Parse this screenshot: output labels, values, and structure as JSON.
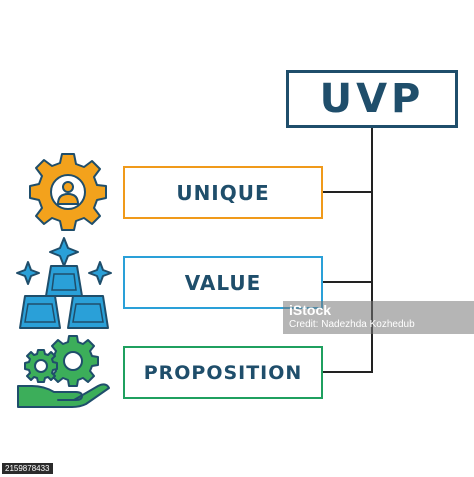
{
  "diagram": {
    "root": {
      "label": "UVP",
      "color": "#1f4e6b"
    },
    "items": [
      {
        "label": "UNIQUE",
        "border_color": "#f09a1a",
        "icon": "gear-with-person-icon"
      },
      {
        "label": "VALUE",
        "border_color": "#2aa0d8",
        "icon": "gold-bars-with-sparkles-icon"
      },
      {
        "label": "PROPOSITION",
        "border_color": "#1fa05f",
        "icon": "hand-with-gears-icon"
      }
    ],
    "connector_color": "#222222"
  },
  "watermark": {
    "brand": "iStock",
    "credit": "Credit: Nadezhda Kozhedub"
  },
  "stock_id": "2159878433"
}
